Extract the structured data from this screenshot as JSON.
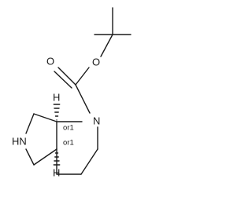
{
  "molecule": {
    "atoms": {
      "oxygen_carbonyl": "O",
      "oxygen_ester": "O",
      "nitrogen_ring": "N",
      "nitrogen_amine": "HN",
      "hydrogen_top": "H",
      "hydrogen_bottom": "H"
    },
    "stereo": {
      "top": "or1",
      "bottom": "or1"
    }
  }
}
